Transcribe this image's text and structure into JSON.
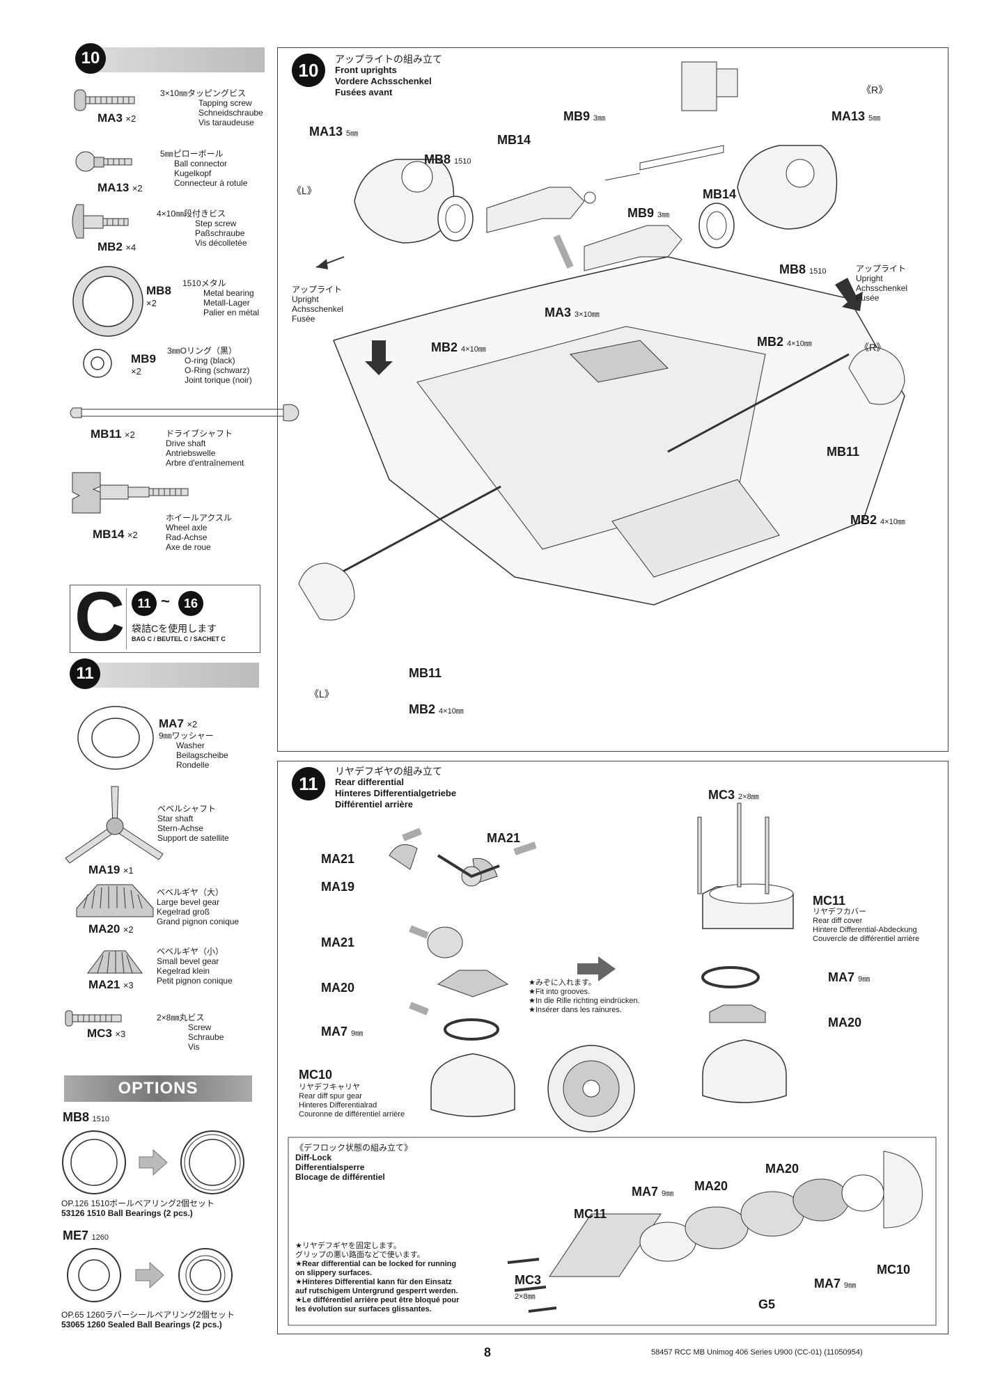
{
  "sidebar": {
    "step10_num": "10",
    "parts10": [
      {
        "code": "MA3",
        "qty": "×2",
        "jp": "3×10㎜タッピングビス",
        "lines": [
          "Tapping screw",
          "Schneidschraube",
          "Vis taraudeuse"
        ]
      },
      {
        "code": "MA13",
        "qty": "×2",
        "jp": "5㎜ピローボール",
        "lines": [
          "Ball connector",
          "Kugelkopf",
          "Connecteur à rotule"
        ]
      },
      {
        "code": "MB2",
        "qty": "×4",
        "jp": "4×10㎜段付きビス",
        "lines": [
          "Step screw",
          "Paßschraube",
          "Vis décolletée"
        ]
      },
      {
        "code": "MB8",
        "qty": "×2",
        "jp": "1510メタル",
        "lines": [
          "Metal bearing",
          "Metall-Lager",
          "Palier en métal"
        ]
      },
      {
        "code": "MB9",
        "qty": "×2",
        "jp": "3㎜Oリング（黒）",
        "lines": [
          "O-ring (black)",
          "O-Ring (schwarz)",
          "Joint torique (noir)"
        ]
      },
      {
        "code": "MB11",
        "qty": "×2",
        "jp": "ドライブシャフト",
        "lines": [
          "Drive shaft",
          "Antriebswelle",
          "Arbre d'entraînement"
        ]
      },
      {
        "code": "MB14",
        "qty": "×2",
        "jp": "ホイールアクスル",
        "lines": [
          "Wheel axle",
          "Rad-Achse",
          "Axe de roue"
        ]
      }
    ],
    "bag": {
      "letter": "C",
      "from": "11",
      "to": "16",
      "tilde": "~",
      "jp": "袋詰Cを使用します",
      "en": "BAG C / BEUTEL C / SACHET C"
    },
    "step11_num": "11",
    "parts11": [
      {
        "code": "MA7",
        "qty": "×2",
        "jp": "9㎜ワッシャー",
        "lines": [
          "Washer",
          "Beilagscheibe",
          "Rondelle"
        ]
      },
      {
        "code": "MA19",
        "qty": "×1",
        "jp": "ベベルシャフト",
        "lines": [
          "Star shaft",
          "Stern-Achse",
          "Support de satellite"
        ]
      },
      {
        "code": "MA20",
        "qty": "×2",
        "jp": "ベベルギヤ（大）",
        "lines": [
          "Large bevel gear",
          "Kegelrad groß",
          "Grand pignon conique"
        ]
      },
      {
        "code": "MA21",
        "qty": "×3",
        "jp": "ベベルギヤ（小）",
        "lines": [
          "Small bevel gear",
          "Kegelrad klein",
          "Petit pignon conique"
        ]
      },
      {
        "code": "MC3",
        "qty": "×3",
        "jp": "2×8㎜丸ビス",
        "lines": [
          "Screw",
          "Schraube",
          "Vis"
        ]
      }
    ],
    "options": {
      "title": "OPTIONS",
      "items": [
        {
          "code": "MB8",
          "sub": "1510",
          "jp": "OP.126 1510ボールベアリング2個セット",
          "en": "53126 1510 Ball Bearings (2 pcs.)"
        },
        {
          "code": "ME7",
          "sub": "1260",
          "jp": "OP.65 1260ラバーシールベアリング2個セット",
          "en": "53065 1260 Sealed Ball Bearings (2 pcs.)"
        }
      ]
    }
  },
  "step10": {
    "num": "10",
    "titles": [
      "アップライトの組み立て",
      "Front uprights",
      "Vordere Achsschenkel",
      "Fusées avant"
    ],
    "callouts": {
      "ma13_l": "MA13",
      "ma13_l_sub": "5㎜",
      "mb8_l": "MB8",
      "mb8_l_sub": "1510",
      "mb14_l": "MB14",
      "mb9_l": "MB9",
      "mb9_l_sub": "3㎜",
      "left_side": "《L》",
      "right_side": "《R》",
      "ma13_r": "MA13",
      "ma13_r_sub": "5㎜",
      "mb14_r": "MB14",
      "mb9_r": "MB9",
      "mb9_r_sub": "3㎜",
      "mb8_r": "MB8",
      "mb8_r_sub": "1510",
      "ma3": "MA3",
      "ma3_sub": "3×10㎜",
      "mb2_a": "MB2",
      "mb2_a_sub": "4×10㎜",
      "mb2_b": "MB2",
      "mb2_b_sub": "4×10㎜",
      "mb2_c": "MB2",
      "mb2_c_sub": "4×10㎜",
      "mb2_d": "MB2",
      "mb2_d_sub": "4×10㎜",
      "mb11_a": "MB11",
      "mb11_b": "MB11",
      "r2": "《R》",
      "l2": "《L》"
    },
    "upright_l": [
      "アップライト",
      "Upright",
      "Achsschenkel",
      "Fusée"
    ],
    "upright_r": [
      "アップライト",
      "Upright",
      "Achsschenkel",
      "Fusée"
    ]
  },
  "step11": {
    "num": "11",
    "titles": [
      "リヤデフギヤの組み立て",
      "Rear differential",
      "Hinteres Differentialgetriebe",
      "Différentiel arrière"
    ],
    "callouts": {
      "ma21_a": "MA21",
      "ma21_b": "MA21",
      "ma19": "MA19",
      "ma21_c": "MA21",
      "ma20": "MA20",
      "ma7": "MA7",
      "ma7_sub": "9㎜",
      "mc10": "MC10",
      "mc3": "MC3",
      "mc3_sub": "2×8㎜",
      "mc11": "MC11",
      "ma7_r": "MA7",
      "ma7_r_sub": "9㎜",
      "ma20_r": "MA20"
    },
    "mc10_lines": [
      "リヤデフキャリヤ",
      "Rear diff spur gear",
      "Hinteres Differentialrad",
      "Couronne de différentiel arrière"
    ],
    "mc11_lines": [
      "リヤデフカバー",
      "Rear diff cover",
      "Hintere Differential-Abdeckung",
      "Couvercle de différentiel arrière"
    ],
    "grooves": [
      "★みぞに入れます。",
      "★Fit into grooves.",
      "★In die Rille richting eindrücken.",
      "★Insérer dans les rainures."
    ],
    "difflock": {
      "titles": [
        "《デフロック状態の組み立て》",
        "Diff-Lock",
        "Differentialsperre",
        "Blocage de différentiel"
      ],
      "notes": [
        "★リヤデフギヤを固定します。",
        "グリップの悪い路面などで使います。",
        "★Rear differential can be locked for running",
        "on slippery surfaces.",
        "★Hinteres Differential kann für den Einsatz",
        "auf rutschigem Untergrund gesperrt werden.",
        "★Le différentiel arrière peut être bloqué pour",
        "les évolution sur surfaces glissantes."
      ],
      "callouts": {
        "ma20_a": "MA20",
        "ma7_a": "MA7",
        "ma7_a_sub": "9㎜",
        "ma20_b": "MA20",
        "mc11": "MC11",
        "mc10": "MC10",
        "ma7_b": "MA7",
        "ma7_b_sub": "9㎜",
        "g5": "G5",
        "mc3": "MC3",
        "mc3_sub": "2×8㎜"
      }
    }
  },
  "footer": {
    "page": "8",
    "ref": "58457 RCC MB Unimog 406 Series U900 (CC-01) (11050954)"
  }
}
